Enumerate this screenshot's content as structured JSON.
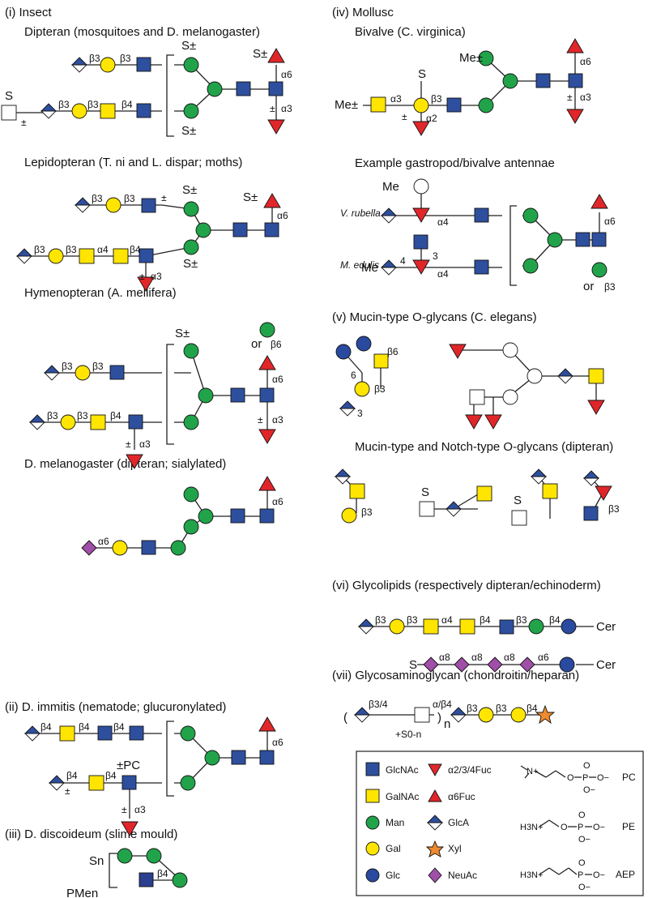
{
  "sections": {
    "s1": "(i)  Insect",
    "s2": "(ii)  D. immitis (nematode; glucuronylated)",
    "s3": "(iii)  D. discoideum (slime mould)",
    "s4": "(iv)  Mollusc",
    "s5": "(v)  Mucin-type O-glycans (C. elegans)",
    "s6": "(vi)  Glycolipids (respectively dipteran/echinoderm)",
    "s7": "(vii)  Glycosaminoglycan (chondroitin/heparan)"
  },
  "subtitles": {
    "dipteran": "Dipteran (mosquitoes and D. melanogaster)",
    "lepidopteran": "Lepidopteran (T. ni and L. dispar; moths)",
    "hymenopteran": "Hymenopteran (A. mellifera)",
    "melanogaster": "D. melanogaster (dipteran; sialylated)",
    "bivalve": "Bivalve (C. virginica)",
    "gastropod": "Example gastropod/bivalve antennae",
    "mucin_notch": "Mucin-type and Notch-type O-glycans (dipteran)"
  },
  "species": {
    "rubella": "V. rubella",
    "edulis": "M. edulis"
  },
  "links": {
    "b3": "β3",
    "b4": "β4",
    "b6": "β6",
    "a2": "α2",
    "a3": "α3",
    "a4": "α4",
    "a6": "α6",
    "a8": "α8",
    "l3": "3",
    "l4": "4",
    "l6": "6",
    "b34": "β3/4",
    "ab4": "α/β4"
  },
  "mods": {
    "s": "S",
    "s_pm": "S±",
    "pm": "±",
    "me": "Me",
    "me_pm": "Me±",
    "pc": "±PC",
    "or": "or",
    "sn": "Sn",
    "pmen": "PMen",
    "cer": "Cer",
    "s0n": "+S0-n",
    "n": "n",
    "lparen": "(",
    "rparen": ")"
  },
  "legend": {
    "glcnac": "GlcNAc",
    "galnac": "GalNAc",
    "man": "Man",
    "gal": "Gal",
    "glc": "Glc",
    "fuc234": "α2/3/4Fuc",
    "fuc6": "α6Fuc",
    "glca": "GlcA",
    "xyl": "Xyl",
    "neuac": "NeuAc",
    "pc": "PC",
    "pe": "PE",
    "aep": "AEP",
    "nplus": "N+",
    "h3n": "H3N+",
    "o": "O",
    "o_minus": "O−",
    "p": "P"
  }
}
